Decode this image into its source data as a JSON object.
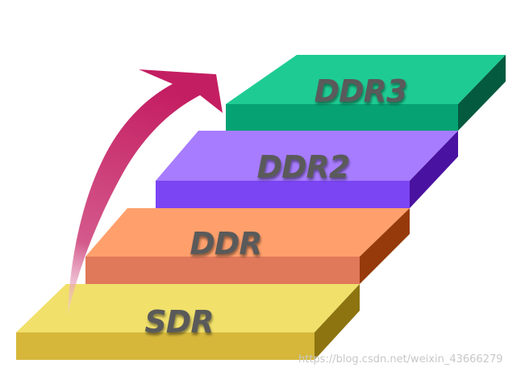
{
  "steps": [
    {
      "label": "SDR",
      "top": "#f1e06a",
      "front": "#d6b73a",
      "side": "#8d7410"
    },
    {
      "label": "DDR",
      "top": "#ffa06c",
      "front": "#e0785a",
      "side": "#973a0b"
    },
    {
      "label": "DDR2",
      "top": "#a77cff",
      "front": "#7b45f3",
      "side": "#4a12a0"
    },
    {
      "label": "DDR3",
      "top": "#1ecc93",
      "front": "#06a274",
      "side": "#045a3e"
    }
  ],
  "arrow_color": "#c41e62",
  "watermark": "https://blog.csdn.net/weixin_43666279"
}
